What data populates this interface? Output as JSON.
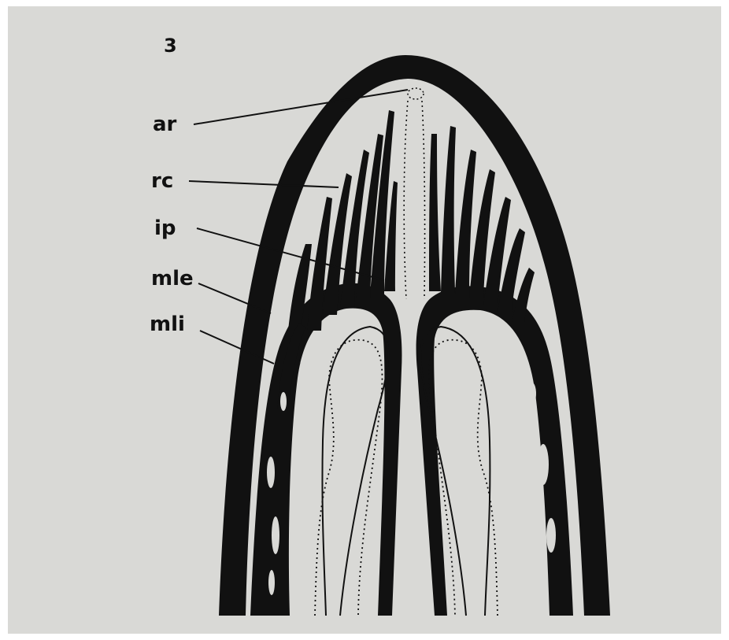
{
  "figure": {
    "number": "3",
    "labels": [
      "ar",
      "rc",
      "ip",
      "mle",
      "mli"
    ]
  },
  "colors": {
    "background": "#d9d9d6",
    "ink": "#111111",
    "border": "#ffffff"
  }
}
